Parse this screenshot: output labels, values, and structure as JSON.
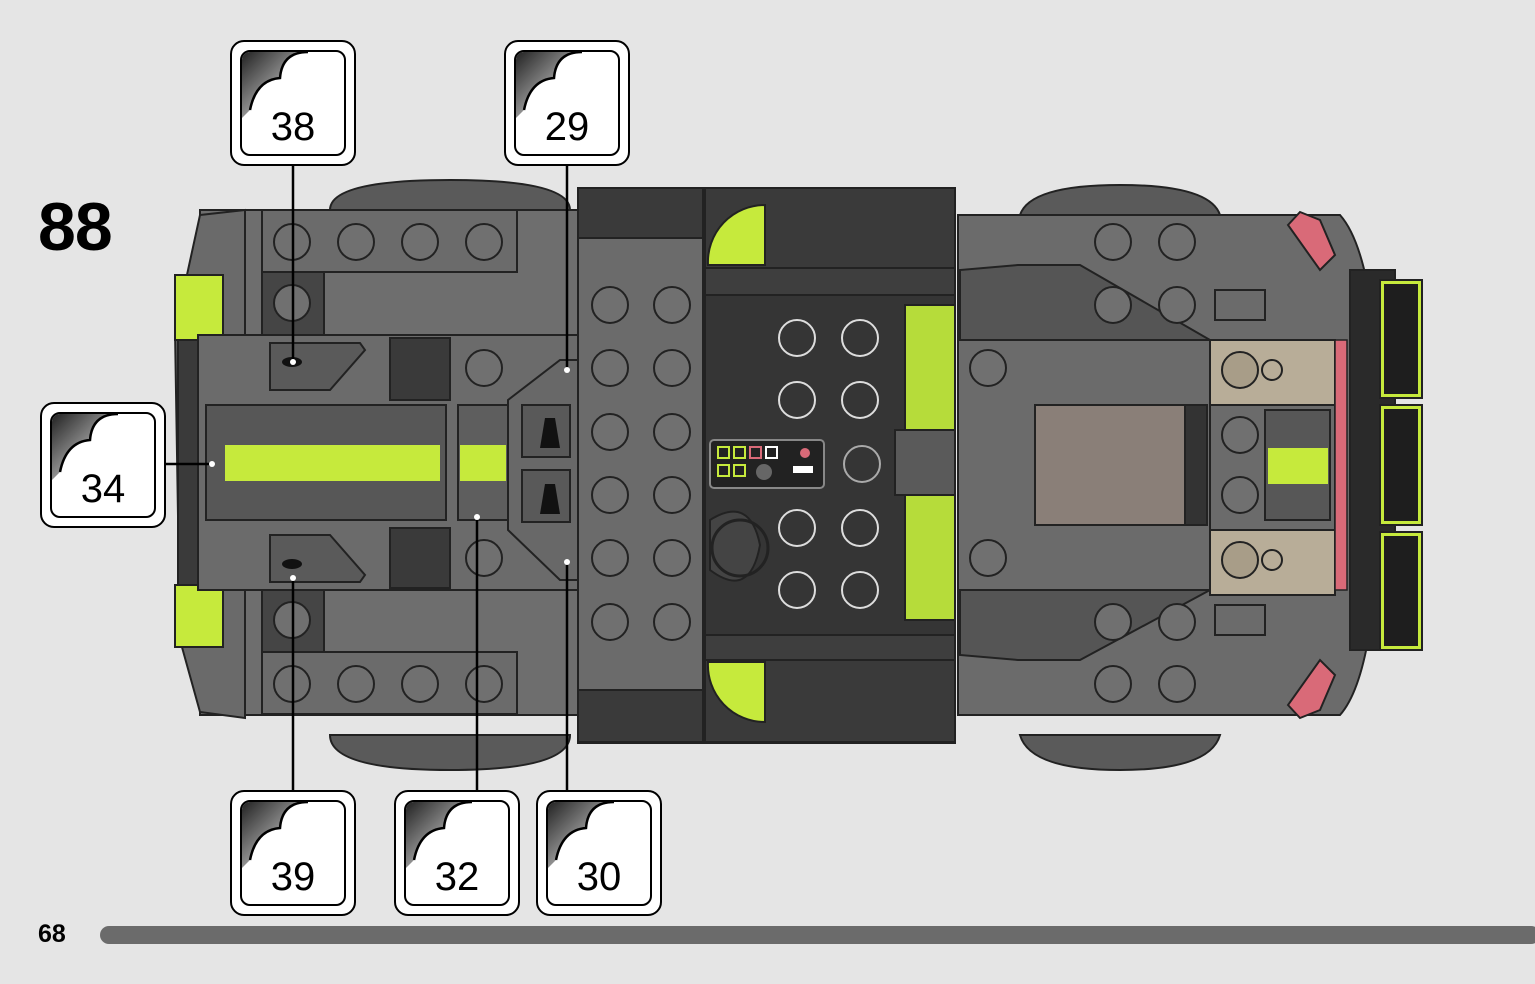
{
  "step": {
    "number": "88"
  },
  "page": {
    "number": "68"
  },
  "callouts": [
    {
      "id": "38",
      "label": "38"
    },
    {
      "id": "29",
      "label": "29"
    },
    {
      "id": "34",
      "label": "34"
    },
    {
      "id": "39",
      "label": "39"
    },
    {
      "id": "32",
      "label": "32"
    },
    {
      "id": "30",
      "label": "30"
    }
  ],
  "colors": {
    "background": "#e5e5e5",
    "body_gray": "#6e6e6e",
    "dark_gray": "#3a3a3a",
    "lime": "#c6ea3c",
    "red_accent": "#d96a78",
    "progress": "#6b6b6b"
  },
  "icons": [
    "sticker-peel-icon"
  ]
}
